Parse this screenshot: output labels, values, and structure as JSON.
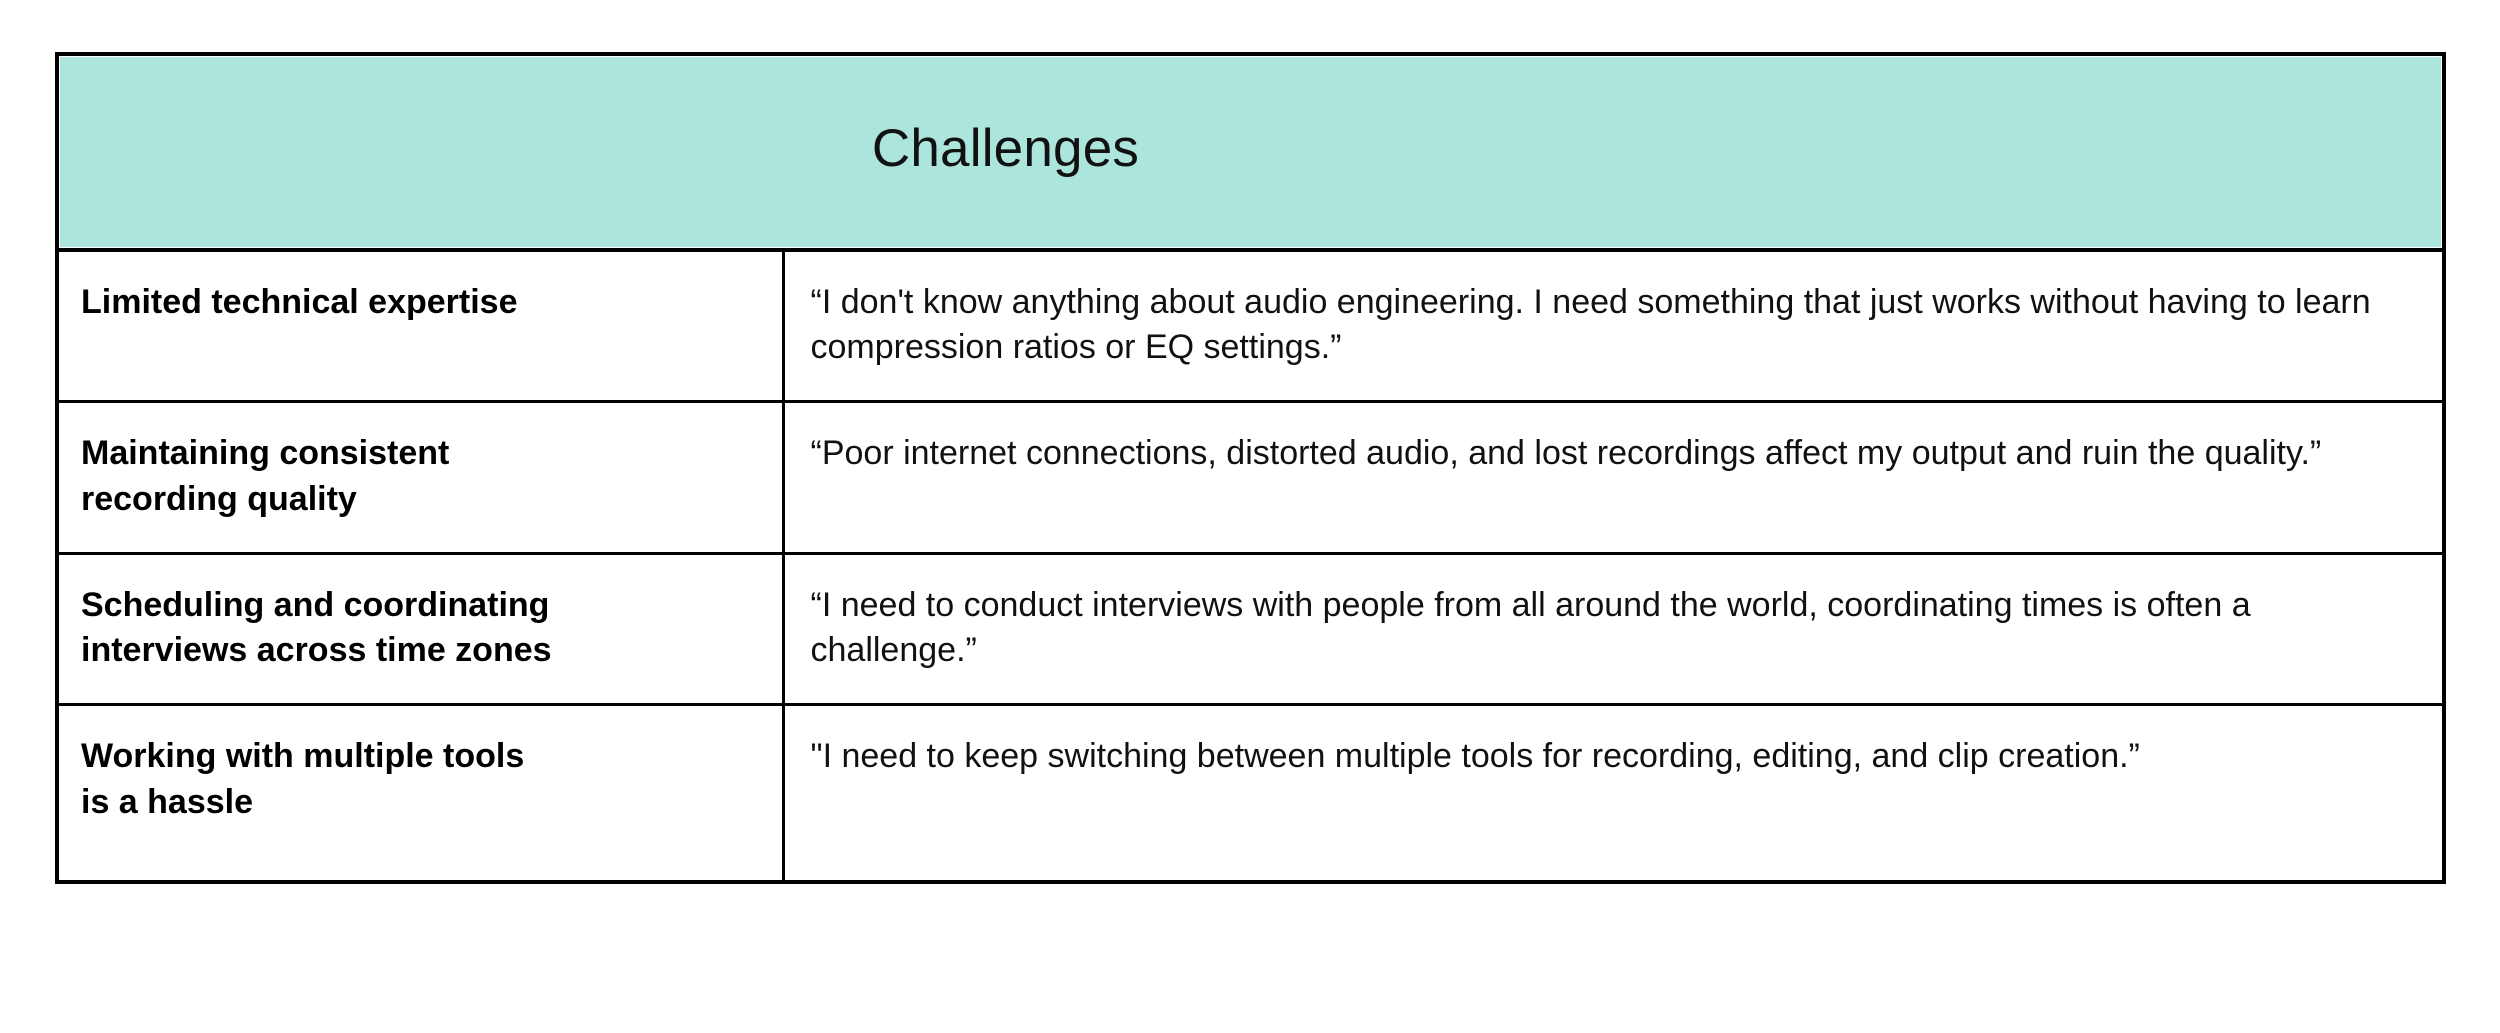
{
  "table": {
    "title": "Challenges",
    "header_background": "#ACE5DC",
    "border_color": "#000000",
    "columns": [
      {
        "key": "theme",
        "header": ""
      },
      {
        "key": "quote",
        "header": ""
      }
    ],
    "rows": [
      {
        "theme": "Limited technical expertise",
        "quote": "“I don't know anything about audio engineering. I need something that just works without having to learn compression ratios or EQ settings.”"
      },
      {
        "theme": "Maintaining consistent\n recording quality",
        "quote": "“Poor internet connections, distorted audio, and lost recordings affect my output and ruin the quality.”"
      },
      {
        "theme": "Scheduling and coordinating\ninterviews across time zones",
        "quote": "“I need to conduct interviews with people from all around the world, coordinating times is often a challenge.”"
      },
      {
        "theme": "Working with multiple tools\nis a hassle",
        "quote": "\"I need to keep switching between multiple tools for recording, editing, and clip creation.”"
      }
    ]
  }
}
